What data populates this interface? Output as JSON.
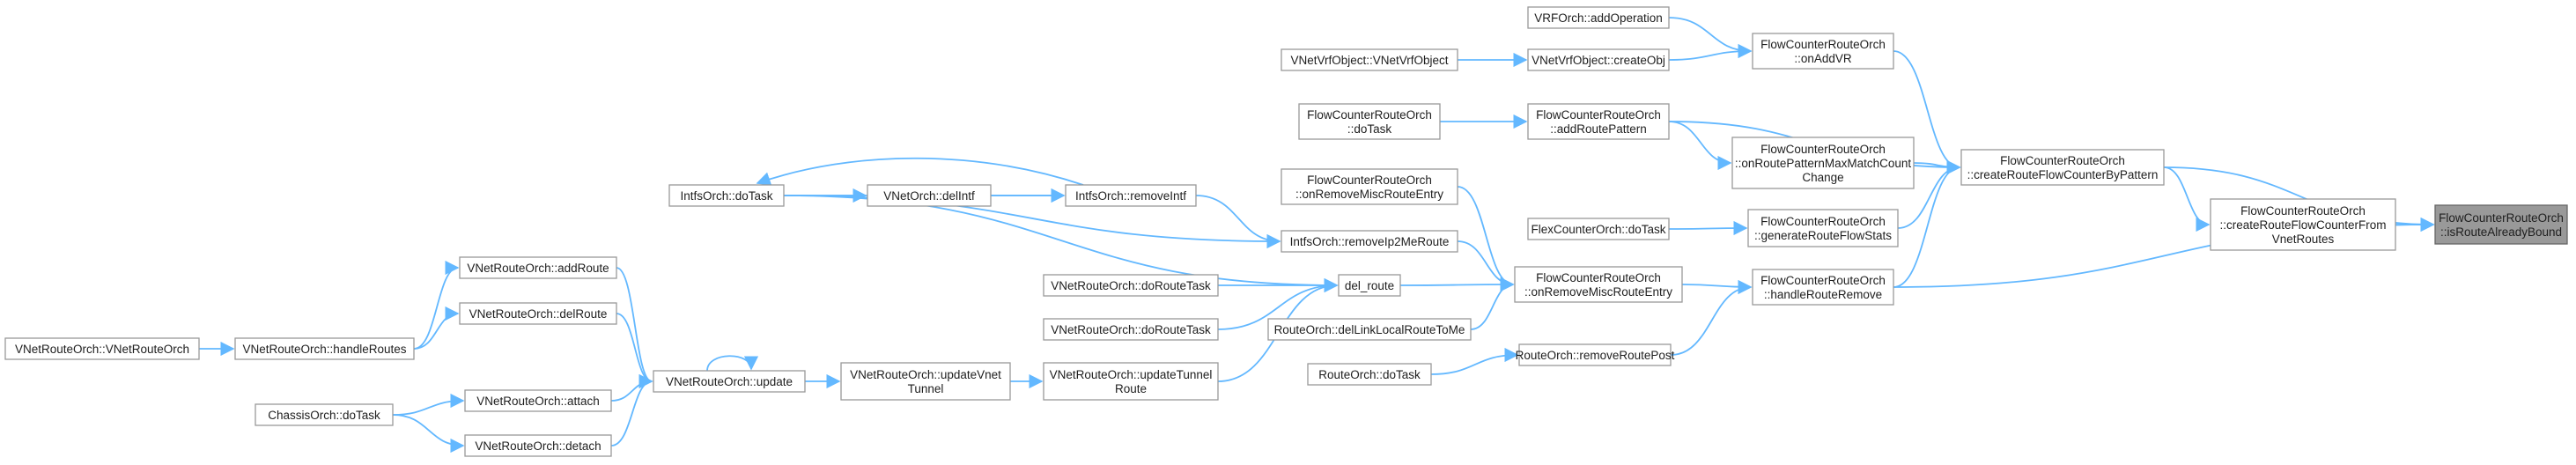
{
  "diagram": {
    "edge_color": "#63b8ff",
    "highlight_fill": "#999999",
    "nodes": {
      "target": [
        "FlowCounterRouteOrch",
        "::isRouteAlreadyBound"
      ],
      "createRouteFlowCounterFromVnetRoutes": [
        "FlowCounterRouteOrch",
        "::createRouteFlowCounterFrom",
        "VnetRoutes"
      ],
      "createRouteFlowCounterByPattern": [
        "FlowCounterRouteOrch",
        "::createRouteFlowCounterByPattern"
      ],
      "handleRouteRemove": [
        "FlowCounterRouteOrch",
        "::handleRouteRemove"
      ],
      "onAddVR": [
        "FlowCounterRouteOrch",
        "::onAddVR"
      ],
      "onRoutePatternMaxMatchCountChange": [
        "FlowCounterRouteOrch",
        "::onRoutePatternMaxMatchCount",
        "Change"
      ],
      "generateRouteFlowStats": [
        "FlowCounterRouteOrch",
        "::generateRouteFlowStats"
      ],
      "addRoutePattern": [
        "FlowCounterRouteOrch",
        "::addRoutePattern"
      ],
      "vrfAddOperation": [
        "VRFOrch::addOperation"
      ],
      "vnetVrfCreateObj": [
        "VNetVrfObject::createObj"
      ],
      "vnetVrfCtor": [
        "VNetVrfObject::VNetVrfObject"
      ],
      "fcrDoTask": [
        "FlowCounterRouteOrch",
        "::doTask"
      ],
      "flexDoTask": [
        "FlexCounterOrch::doTask"
      ],
      "onRemoveMiscRouteEntry": [
        "FlowCounterRouteOrch",
        "::onRemoveMiscRouteEntry"
      ],
      "routeRemoveRoutePost": [
        "RouteOrch::removeRoutePost"
      ],
      "routeDoTask": [
        "RouteOrch::doTask"
      ],
      "fcrOnRemoveMiscRouteEntry2": [
        "FlowCounterRouteOrch",
        "::onRemoveMiscRouteEntry"
      ],
      "intfsRemoveIp2MeRoute": [
        "IntfsOrch::removeIp2MeRoute"
      ],
      "delRoute": [
        "del_route"
      ],
      "routeDelLinkLocal": [
        "RouteOrch::delLinkLocalRouteToMe"
      ],
      "intfsRemoveIntf": [
        "IntfsOrch::removeIntf"
      ],
      "vnetDelIntf": [
        "VNetOrch::delIntf"
      ],
      "intfsDoTask": [
        "IntfsOrch::doTask"
      ],
      "vnetRouteDoRouteTask": [
        "VNetRouteOrch::doRouteTask"
      ],
      "vnetRouteDoRouteTask2": [
        "VNetRouteOrch::doRouteTask"
      ],
      "updateTunnelRoute": [
        "VNetRouteOrch::updateTunnel",
        "Route"
      ],
      "updateVnetTunnel": [
        "VNetRouteOrch::updateVnet",
        "Tunnel"
      ],
      "update": [
        "VNetRouteOrch::update"
      ],
      "addRoute": [
        "VNetRouteOrch::addRoute"
      ],
      "delRouteV": [
        "VNetRouteOrch::delRoute"
      ],
      "attach": [
        "VNetRouteOrch::attach"
      ],
      "detach": [
        "VNetRouteOrch::detach"
      ],
      "handleRoutes": [
        "VNetRouteOrch::handleRoutes"
      ],
      "vnetRouteCtor": [
        "VNetRouteOrch::VNetRouteOrch"
      ],
      "chassisDoTask": [
        "ChassisOrch::doTask"
      ]
    }
  }
}
